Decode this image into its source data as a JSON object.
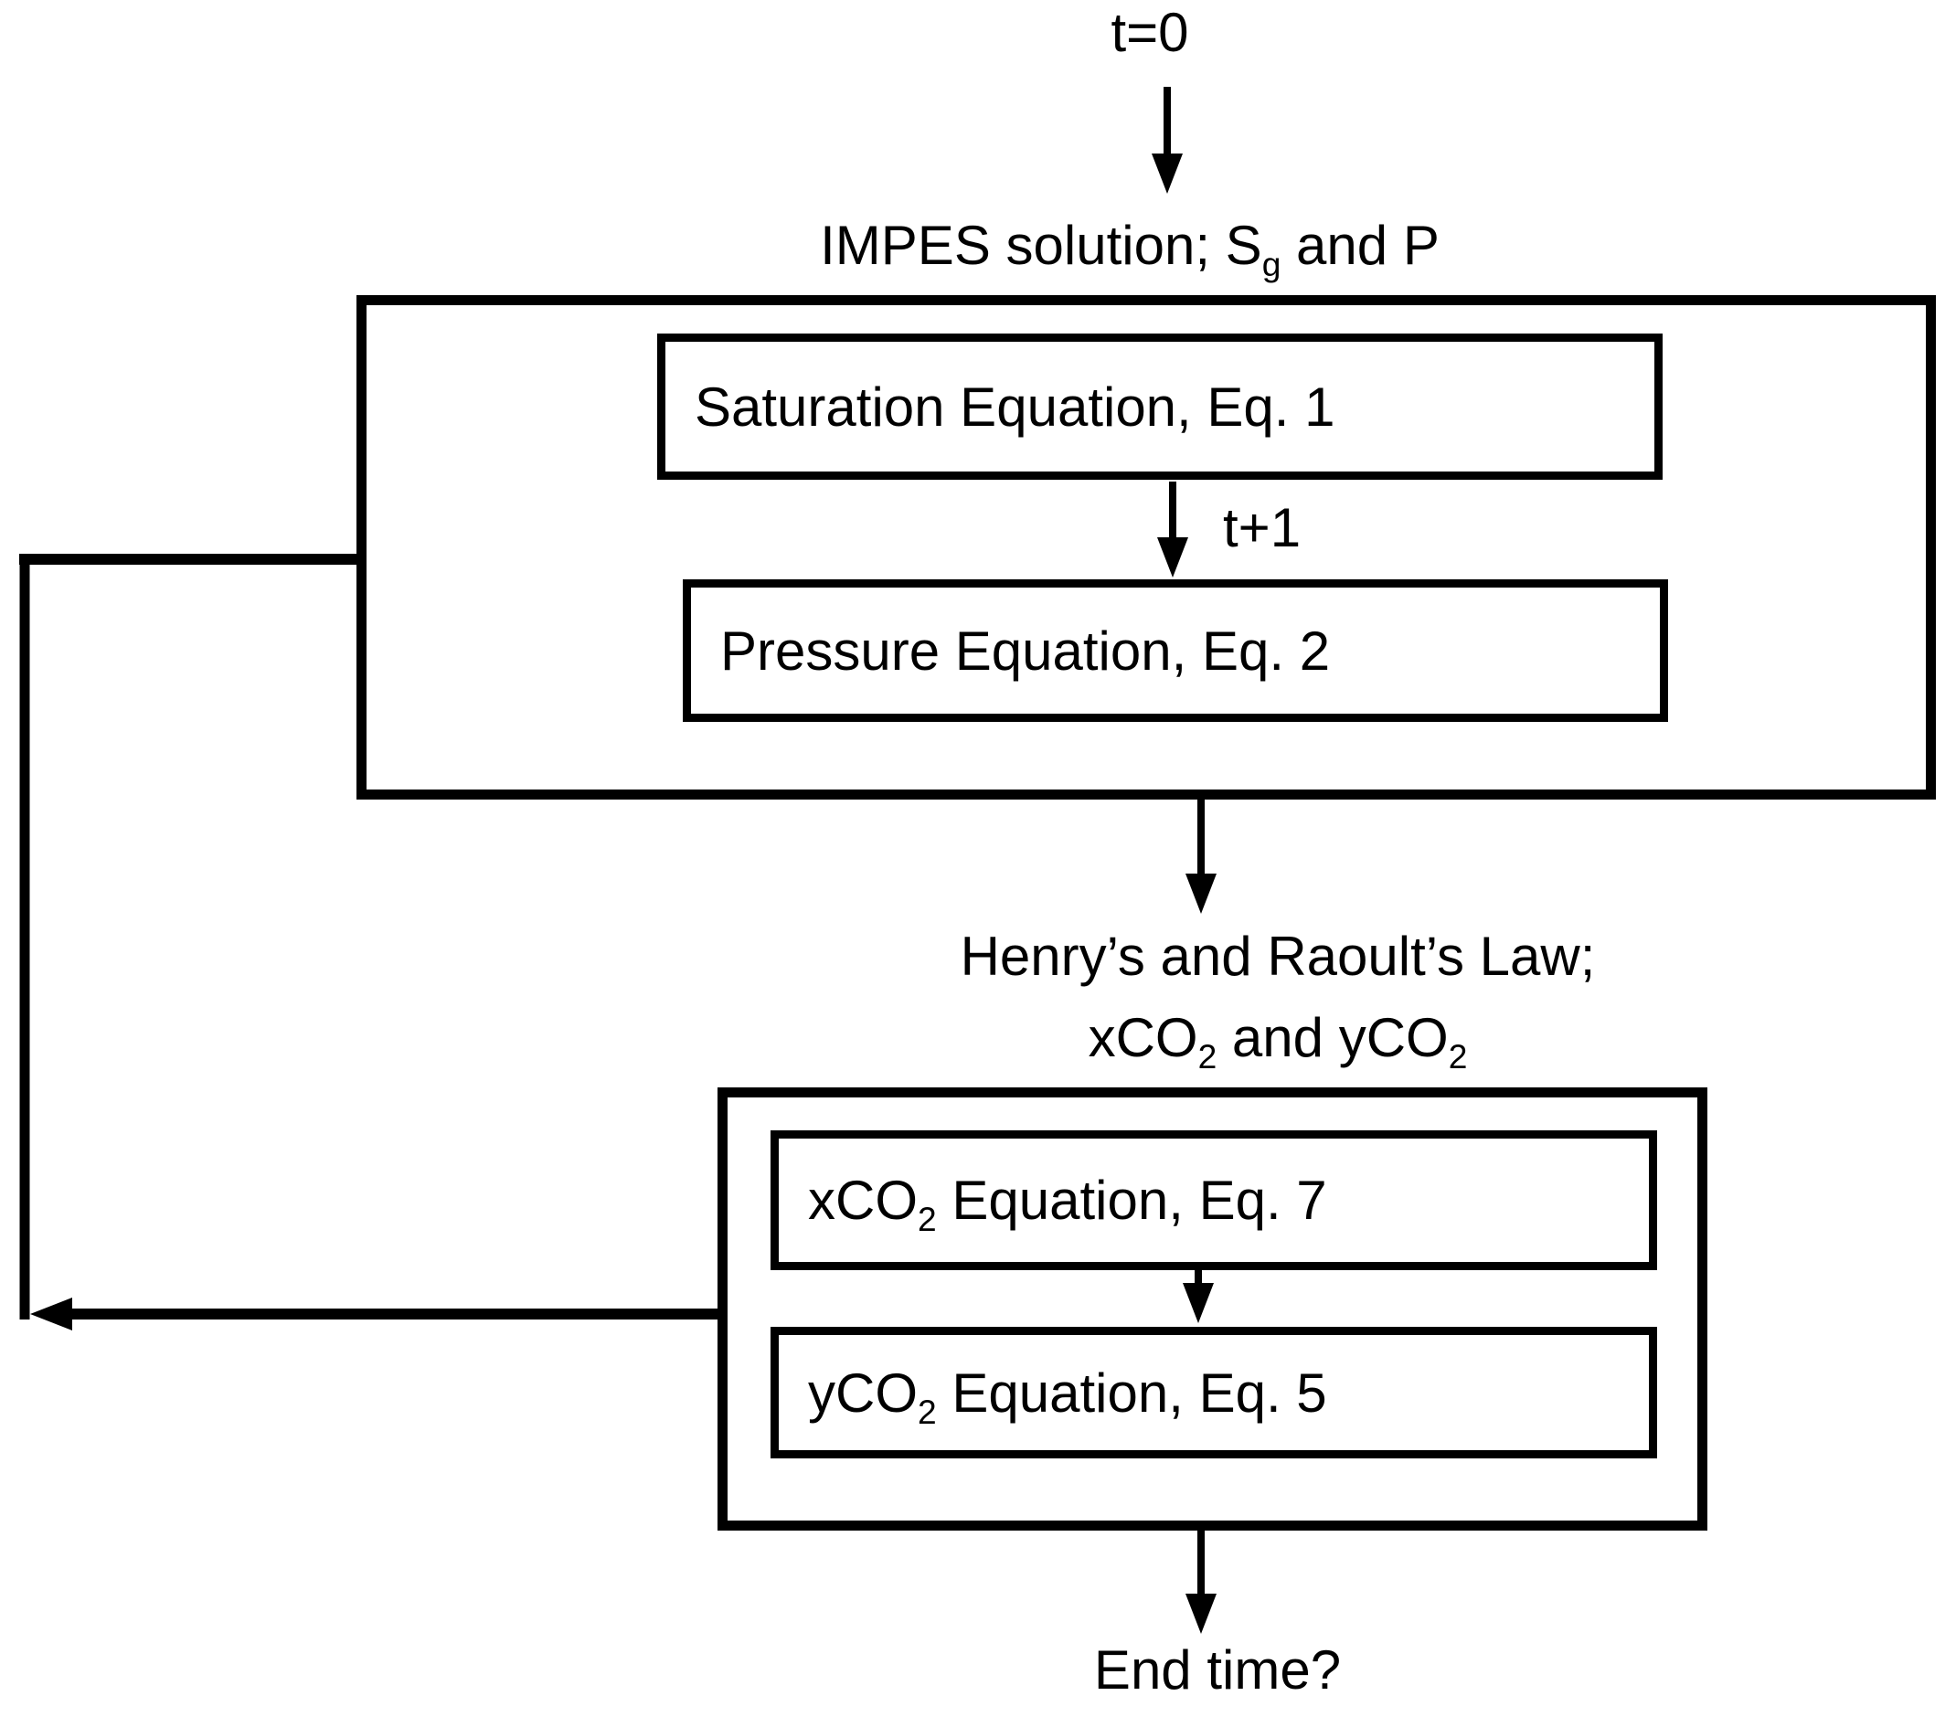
{
  "labels": {
    "t0": "t=0",
    "impes": {
      "pre": "IMPES solution; S",
      "sub": "g",
      "post": " and P"
    },
    "t_plus_1": "t+1",
    "henrys": {
      "line1": "Henry’s and Raoult’s Law;",
      "line2_pre": "xCO",
      "line2_sub1": "2",
      "line2_mid": " and yCO",
      "line2_sub2": "2"
    },
    "end_time": "End time?"
  },
  "boxes": {
    "saturation": {
      "label": "Saturation Equation, Eq. 1"
    },
    "pressure": {
      "label": "Pressure Equation, Eq. 2"
    },
    "xco2": {
      "pre": "xCO",
      "sub": "2",
      "post": " Equation, Eq. 7"
    },
    "yco2": {
      "pre": "yCO",
      "sub": "2",
      "post": " Equation, Eq. 5"
    }
  },
  "colors": {
    "stroke": "#000000",
    "background": "#ffffff"
  }
}
